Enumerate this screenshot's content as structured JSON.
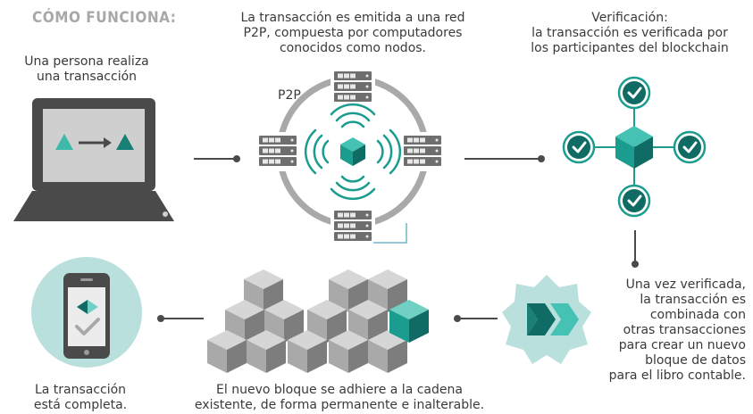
{
  "heading": "CÓMO FUNCIONA:",
  "steps": {
    "step1": {
      "line1": "Una persona realiza",
      "line2": "una transacción"
    },
    "step2": {
      "line1": "La transacción es  emitida a una red",
      "line2": "P2P, compuesta por computadores",
      "line3": "conocidos  como nodos."
    },
    "step3": {
      "line1": "Verificación:",
      "line2": "la transacción es verificada por",
      "line3": "los participantes del blockchain"
    },
    "step4": {
      "line1": "Una vez verificada,",
      "line2": "la transacción es",
      "line3": "combinada con",
      "line4": "otras transacciones",
      "line5": "para crear un nuevo",
      "line6": "bloque de datos",
      "line7": "para el libro contable."
    },
    "step5": {
      "line1": "El nuevo bloque se adhiere a la cadena",
      "line2": "existente, de forma permanente e inalterable."
    },
    "step6": {
      "line1": "La transacción",
      "line2": "está completa."
    }
  },
  "p2p_label": "P2P",
  "colors": {
    "teal": "#1a9c8f",
    "dark_teal": "#0f6b63",
    "gray": "#a9a9a9",
    "dark_gray": "#4a4a4a",
    "light_teal": "#b9e0dc",
    "server": "#6e6e6e"
  }
}
